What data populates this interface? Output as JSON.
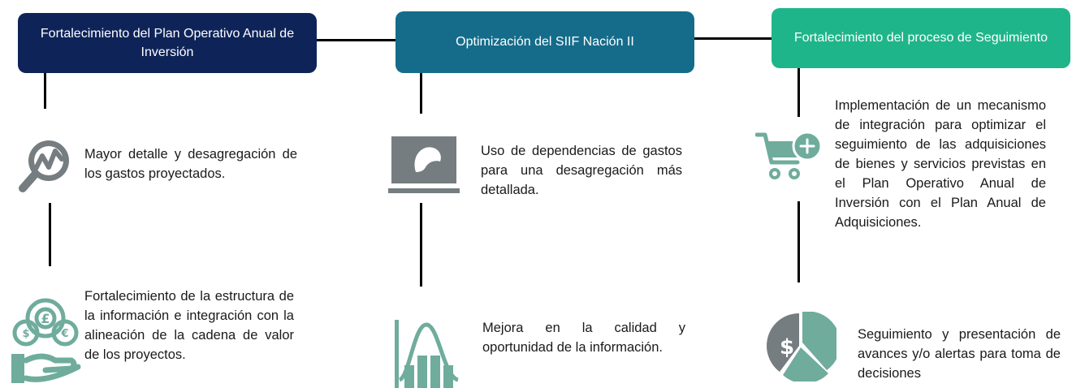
{
  "headers": [
    "Fortalecimiento del Plan Operativo Anual de Inversión",
    "Optimización del SIIF Nación II",
    "Fortalecimiento del proceso de Seguimiento"
  ],
  "items": {
    "col1_top": "Mayor detalle y desagregación de los gastos proyectados.",
    "col1_bottom": "Fortalecimiento de la estructura de la información e integración con la alineación de la cadena de valor de los proyectos.",
    "col2_top": "Uso de dependencias de gastos para una desagregación más detallada.",
    "col2_bottom": "Mejora en la calidad y oportunidad de la información.",
    "col3_top": "Implementación de un mecanismo de integración para optimizar el seguimiento de las adquisiciones de bienes y servicios previstas en el Plan Operativo Anual de Inversión con el Plan Anual de Adquisiciones.",
    "col3_bottom": "Seguimiento y presentación de avances y/o alertas para toma de decisiones"
  },
  "icons": {
    "col1_top": "search-chart-icon",
    "col1_bottom": "money-hand-icon",
    "col2_top": "laptop-icon",
    "col2_bottom": "bell-curve-chart-icon",
    "col3_top": "shopping-cart-add-icon",
    "col3_bottom": "dollar-pie-chart-icon"
  },
  "colors": {
    "header1": "#0e2459",
    "header2": "#156c8a",
    "header3": "#1fb58a",
    "icon_gray": "#767d80",
    "icon_teal": "#6fac9c"
  }
}
